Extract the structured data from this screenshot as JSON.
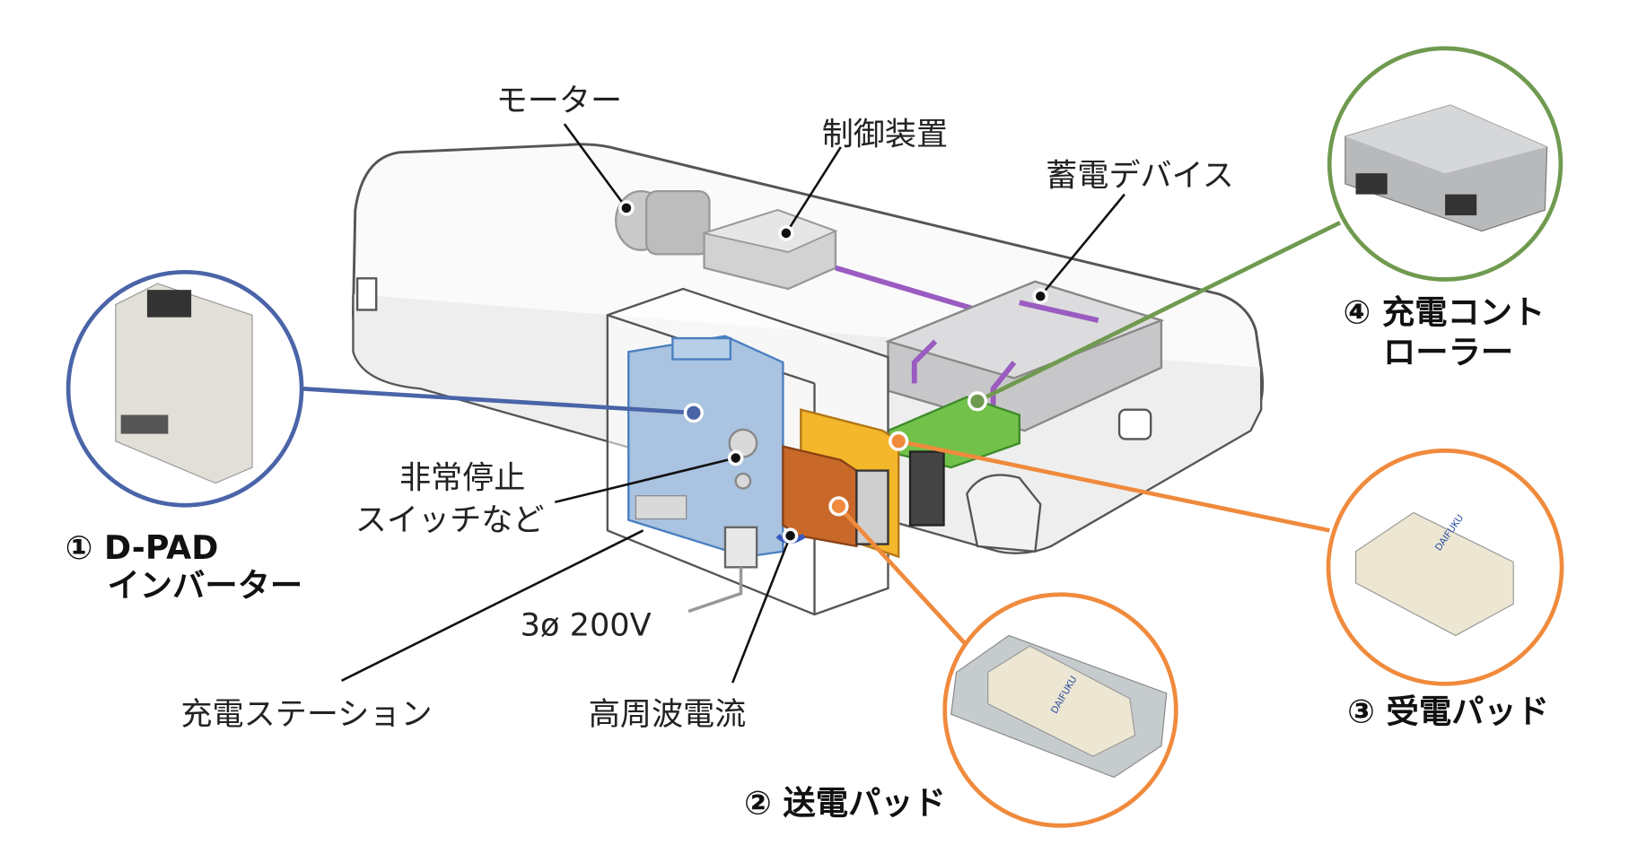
{
  "labels": {
    "motor": "モーター",
    "controller": "制御装置",
    "storage": "蓄電デバイス",
    "emergency_line1": "非常停止",
    "emergency_line2": "スイッチなど",
    "power": "3ø 200V",
    "station": "充電ステーション",
    "hf_current": "高周波電流"
  },
  "components": [
    {
      "number": "①",
      "line1": "D-PAD",
      "line2": "インバーター",
      "color": "#4a64a8"
    },
    {
      "number": "②",
      "line1": "送電パッド",
      "color": "#f08a3c"
    },
    {
      "number": "③",
      "line1": "受電パッド",
      "color": "#f08a3c"
    },
    {
      "number": "④",
      "line1": "充電コント",
      "line2": "ローラー",
      "color": "#6f9a4f"
    }
  ],
  "product_brand": "DAIFUKU",
  "colors": {
    "inverter": "#a9c3e0",
    "battery": "#d4d4d6",
    "receiver": "#7ac84e",
    "transmitter_pad": "#c8692a",
    "coil": "#f4b62a",
    "power_line": "#9a5cc0",
    "hf_line": "#3a5bc0"
  }
}
